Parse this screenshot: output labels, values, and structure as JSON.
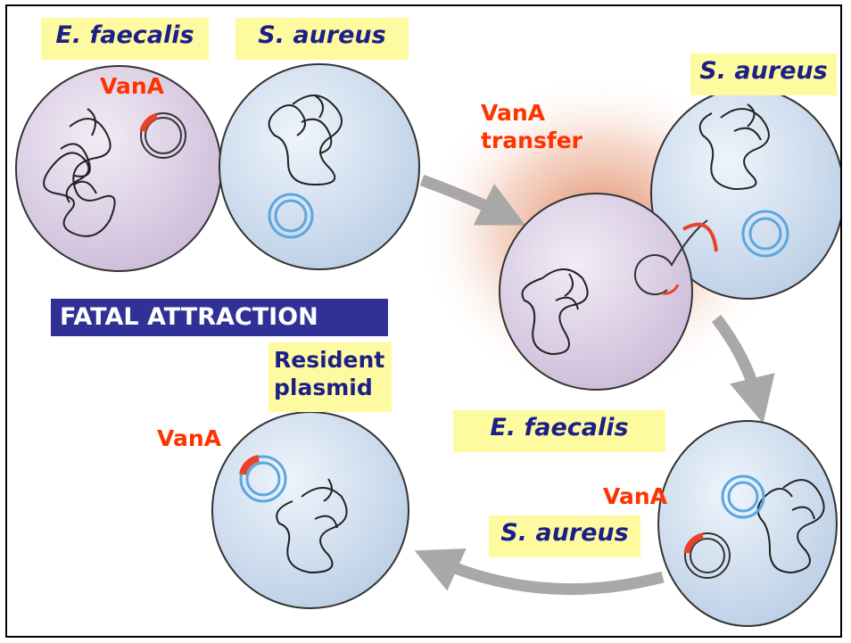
{
  "title": "FATAL ATTRACTION",
  "labels": {
    "efaecalis_top": "E. faecalis",
    "saureus_top": "S. aureus",
    "saureus_right": "S. aureus",
    "efaecalis_mid": "E. faecalis",
    "saureus_bottom": "S. aureus",
    "resident_line1": "Resident",
    "resident_line2": "plasmid",
    "vana_1": "VanA",
    "vana_transfer_line1": "VanA",
    "vana_transfer_line2": "transfer",
    "vana_2": "VanA",
    "vana_3": "VanA"
  },
  "colors": {
    "label_bg": "#fdfaa0",
    "label_text": "#1c1f86",
    "vana_text": "#ff3300",
    "banner_bg": "#303096",
    "cell_purple": "#e4d7ec",
    "cell_blue": "#d6e3f3",
    "arrow": "#a8a8a8",
    "plasmid_blue": "#5aa7e0"
  }
}
